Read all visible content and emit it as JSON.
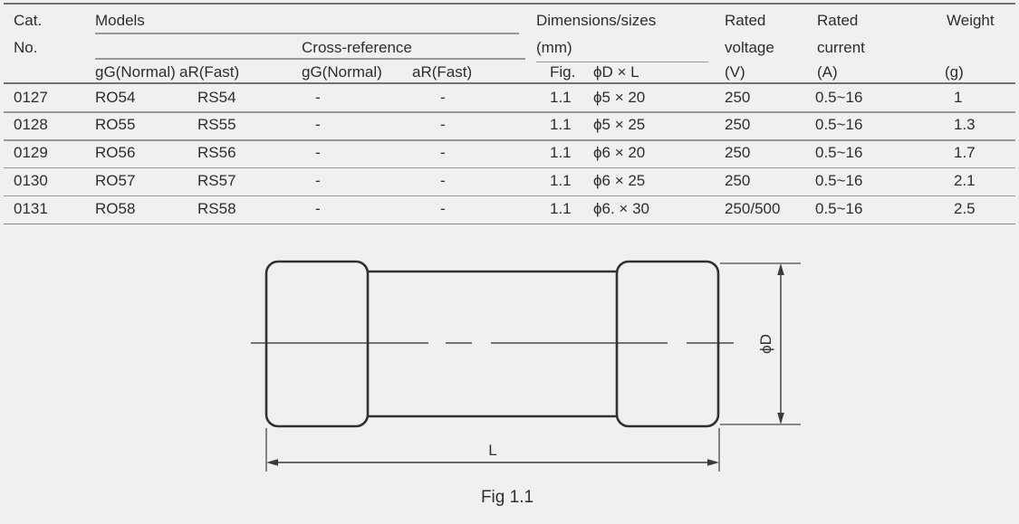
{
  "table": {
    "headers": {
      "cat_line1": "Cat.",
      "cat_line2": "No.",
      "models": "Models",
      "cross_reference": "Cross-reference",
      "dimensions_line1": "Dimensions/sizes",
      "dimensions_line2": "(mm)",
      "rated_voltage_line1": "Rated",
      "rated_voltage_line2": "voltage",
      "rated_voltage_unit": "(V)",
      "rated_current_line1": "Rated",
      "rated_current_line2": "current",
      "rated_current_unit": "(A)",
      "weight": "Weight",
      "weight_unit": "(g)",
      "sub_models_gg": "gG(Normal)",
      "sub_models_ar": "aR(Fast)",
      "sub_cross_gg": "gG(Normal)",
      "sub_cross_ar": "aR(Fast)",
      "sub_fig": "Fig.",
      "sub_size": "ϕD × L"
    },
    "rows": [
      {
        "cat_no": "0127",
        "model_gg": "RO54",
        "model_ar": "RS54",
        "cross_gg": "-",
        "cross_ar": "-",
        "fig": "1.1",
        "size": "ϕ5 × 20",
        "voltage": "250",
        "current": "0.5~16",
        "weight": "1"
      },
      {
        "cat_no": "0128",
        "model_gg": "RO55",
        "model_ar": "RS55",
        "cross_gg": "-",
        "cross_ar": "-",
        "fig": "1.1",
        "size": "ϕ5 × 25",
        "voltage": "250",
        "current": "0.5~16",
        "weight": "1.3"
      },
      {
        "cat_no": "0129",
        "model_gg": "RO56",
        "model_ar": "RS56",
        "cross_gg": "-",
        "cross_ar": "-",
        "fig": "1.1",
        "size": "ϕ6 × 20",
        "voltage": "250",
        "current": "0.5~16",
        "weight": "1.7"
      },
      {
        "cat_no": "0130",
        "model_gg": "RO57",
        "model_ar": "RS57",
        "cross_gg": "-",
        "cross_ar": "-",
        "fig": "1.1",
        "size": "ϕ6 × 25",
        "voltage": "250",
        "current": "0.5~16",
        "weight": "2.1"
      },
      {
        "cat_no": "0131",
        "model_gg": "RO58",
        "model_ar": "RS58",
        "cross_gg": "-",
        "cross_ar": "-",
        "fig": "1.1",
        "size": "ϕ6. × 30",
        "voltage": "250/500",
        "current": "0.5~16",
        "weight": "2.5"
      }
    ]
  },
  "figure": {
    "diameter_label": "ϕD",
    "length_label": "L",
    "caption": "Fig 1.1"
  },
  "colors": {
    "background": "#eff0f1",
    "rule_light": "#98989a",
    "rule_strong": "#737375",
    "text": "#2d2d2f",
    "drawing": "#313133"
  }
}
